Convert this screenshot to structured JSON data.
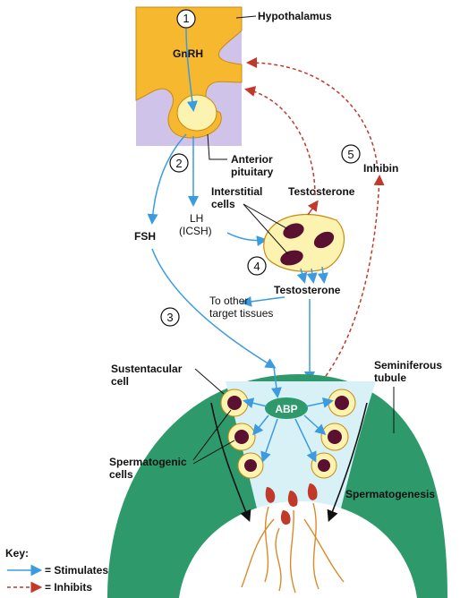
{
  "labels": {
    "hypothalamus": "Hypothalamus",
    "gnrh": "GnRH",
    "anterior_pituitary_1": "Anterior",
    "anterior_pituitary_2": "pituitary",
    "fsh": "FSH",
    "lh_1": "LH",
    "lh_2": "(ICSH)",
    "interstitial_1": "Interstitial",
    "interstitial_2": "cells",
    "testosterone_top": "Testosterone",
    "testosterone_mid": "Testosterone",
    "other_targets_1": "To other",
    "other_targets_2": "target tissues",
    "inhibin": "Inhibin",
    "sustentacular_1": "Sustentacular",
    "sustentacular_2": "cell",
    "seminiferous_1": "Seminiferous",
    "seminiferous_2": "tubule",
    "abp": "ABP",
    "spermatogenic_1": "Spermatogenic",
    "spermatogenic_2": "cells",
    "spermatogenesis": "Spermatogenesis"
  },
  "steps": [
    "1",
    "2",
    "3",
    "4",
    "5"
  ],
  "key": {
    "title": "Key:",
    "stimulates": "= Stimulates",
    "inhibits": "= Inhibits"
  },
  "colors": {
    "stimulate_arrow": "#3a9be0",
    "inhibit_arrow": "#c0392b",
    "hypothalamus_fill": "#f5b82e",
    "brain_bg": "#cfc3ea",
    "pituitary_fill": "#fdf3b0",
    "tubule_wall": "#2e9a6b",
    "lumen": "#d7f1f7",
    "cell_fill": "#5a1030"
  }
}
